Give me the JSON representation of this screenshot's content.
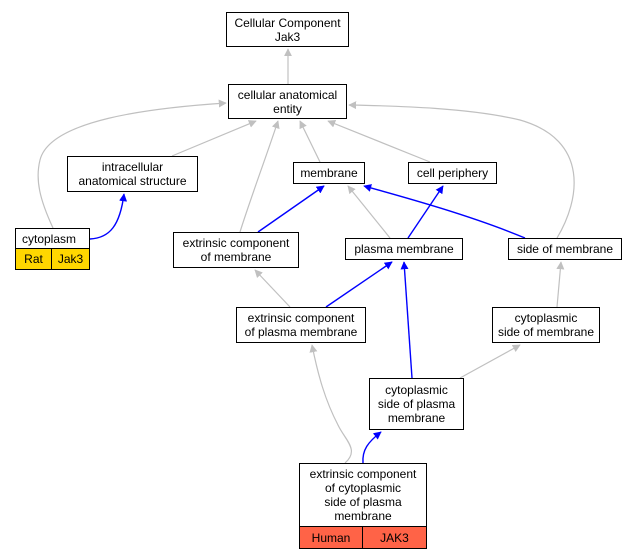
{
  "colors": {
    "gray_edge": "#c0c0c0",
    "blue_edge": "#0000ff",
    "rat_fill": "#ffd700",
    "human_fill": "#ff6347"
  },
  "nodes": {
    "root": "Cellular Component\nJak3",
    "cae": "cellular anatomical\nentity",
    "ias": "intracellular\nanatomical structure",
    "membrane": "membrane",
    "cell_periphery": "cell periphery",
    "cytoplasm": "cytoplasm",
    "ecm": "extrinsic component\nof membrane",
    "plasma_membrane": "plasma membrane",
    "side_of_membrane": "side of membrane",
    "ecpm": "extrinsic component\nof plasma membrane",
    "csm": "cytoplasmic\nside of membrane",
    "cspm": "cytoplasmic\nside of plasma\nmembrane",
    "target": "extrinsic component\nof cytoplasmic\nside of plasma\nmembrane"
  },
  "annotations": {
    "cytoplasm": {
      "species": "Rat",
      "gene": "Jak3"
    },
    "target": {
      "species": "Human",
      "gene": "JAK3"
    }
  },
  "edges": [
    {
      "from": "cae",
      "to": "root",
      "color": "gray"
    },
    {
      "from": "ias",
      "to": "cae",
      "color": "gray"
    },
    {
      "from": "membrane",
      "to": "cae",
      "color": "gray"
    },
    {
      "from": "cell_periphery",
      "to": "cae",
      "color": "gray"
    },
    {
      "from": "cytoplasm",
      "to": "cae",
      "color": "gray"
    },
    {
      "from": "ecm",
      "to": "cae",
      "color": "gray"
    },
    {
      "from": "side_of_membrane",
      "to": "cae",
      "color": "gray"
    },
    {
      "from": "cytoplasm",
      "to": "ias",
      "color": "blue"
    },
    {
      "from": "ecm",
      "to": "membrane",
      "color": "blue"
    },
    {
      "from": "plasma_membrane",
      "to": "membrane",
      "color": "gray"
    },
    {
      "from": "side_of_membrane",
      "to": "membrane",
      "color": "blue"
    },
    {
      "from": "plasma_membrane",
      "to": "cell_periphery",
      "color": "blue"
    },
    {
      "from": "ecpm",
      "to": "ecm",
      "color": "gray"
    },
    {
      "from": "ecpm",
      "to": "plasma_membrane",
      "color": "blue"
    },
    {
      "from": "cspm",
      "to": "plasma_membrane",
      "color": "blue"
    },
    {
      "from": "csm",
      "to": "side_of_membrane",
      "color": "gray"
    },
    {
      "from": "cspm",
      "to": "csm",
      "color": "gray"
    },
    {
      "from": "target",
      "to": "ecpm",
      "color": "gray"
    },
    {
      "from": "target",
      "to": "cspm",
      "color": "blue"
    }
  ]
}
